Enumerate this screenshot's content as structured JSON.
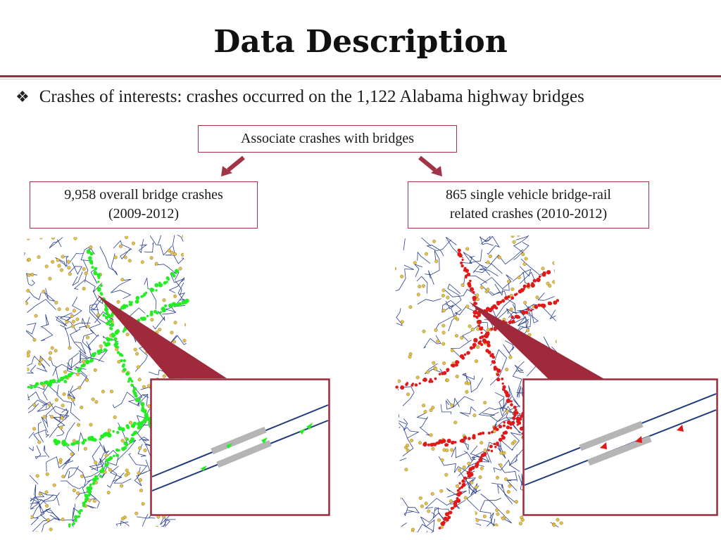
{
  "title": "Data Description",
  "bullet": {
    "icon": "diamond-bullet-icon",
    "text": "Crashes of interests: crashes occurred on the 1,122 Alabama highway bridges"
  },
  "flow": {
    "top_box": "Associate crashes with bridges",
    "left_box_line1": "9,958 overall bridge crashes",
    "left_box_line2": "(2009-2012)",
    "right_box_line1": "865 single vehicle bridge-rail",
    "right_box_line2": "related crashes (2010-2012)"
  },
  "colors": {
    "accent": "#9e2a3c",
    "roads": "#2b3f8c",
    "bridges": "#e3c24a",
    "crash_all": "#22ee22",
    "crash_rail": "#e01919"
  }
}
